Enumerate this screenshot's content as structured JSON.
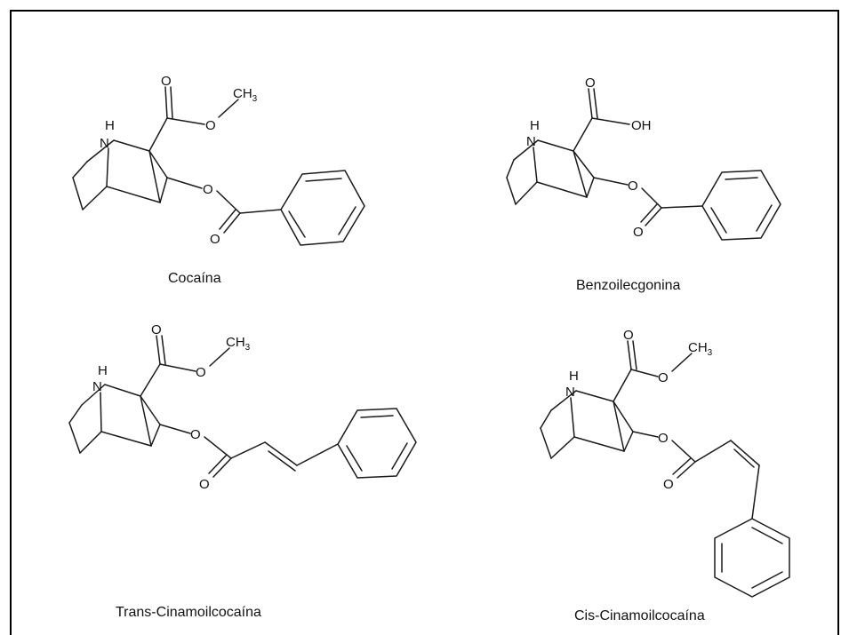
{
  "molecules": {
    "cocaina": {
      "name": "Cocaína",
      "n_label": "N",
      "h_label": "H",
      "o_ester_carbonyl": "O",
      "o_ester": "O",
      "o_benzoyl": "O",
      "o_benzoyl_carbonyl": "O",
      "ch_label": "CH",
      "ch_sub": "3"
    },
    "benzoilecgonina": {
      "name": "Benzoilecgonina",
      "n_label": "N",
      "h_label": "H",
      "o_acid_carbonyl": "O",
      "oh_label": "OH",
      "o_benzoyl": "O",
      "o_benzoyl_carbonyl": "O"
    },
    "trans_cinamoilcocaina": {
      "name": "Trans-Cinamoilcocaína",
      "n_label": "N",
      "h_label": "H",
      "o_ester_carbonyl": "O",
      "o_ester": "O",
      "o_cinnamoyl": "O",
      "o_cinnamoyl_carbonyl": "O",
      "ch_label": "CH",
      "ch_sub": "3"
    },
    "cis_cinamoilcocaina": {
      "name": "Cis-Cinamoilcocaína",
      "n_label": "N",
      "h_label": "H",
      "o_ester_carbonyl": "O",
      "o_ester": "O",
      "o_cinnamoyl": "O",
      "o_cinnamoyl_carbonyl": "O",
      "ch_label": "CH",
      "ch_sub": "3"
    }
  },
  "colors": {
    "border": "#000000",
    "ink": "#111111",
    "background": "#ffffff"
  }
}
